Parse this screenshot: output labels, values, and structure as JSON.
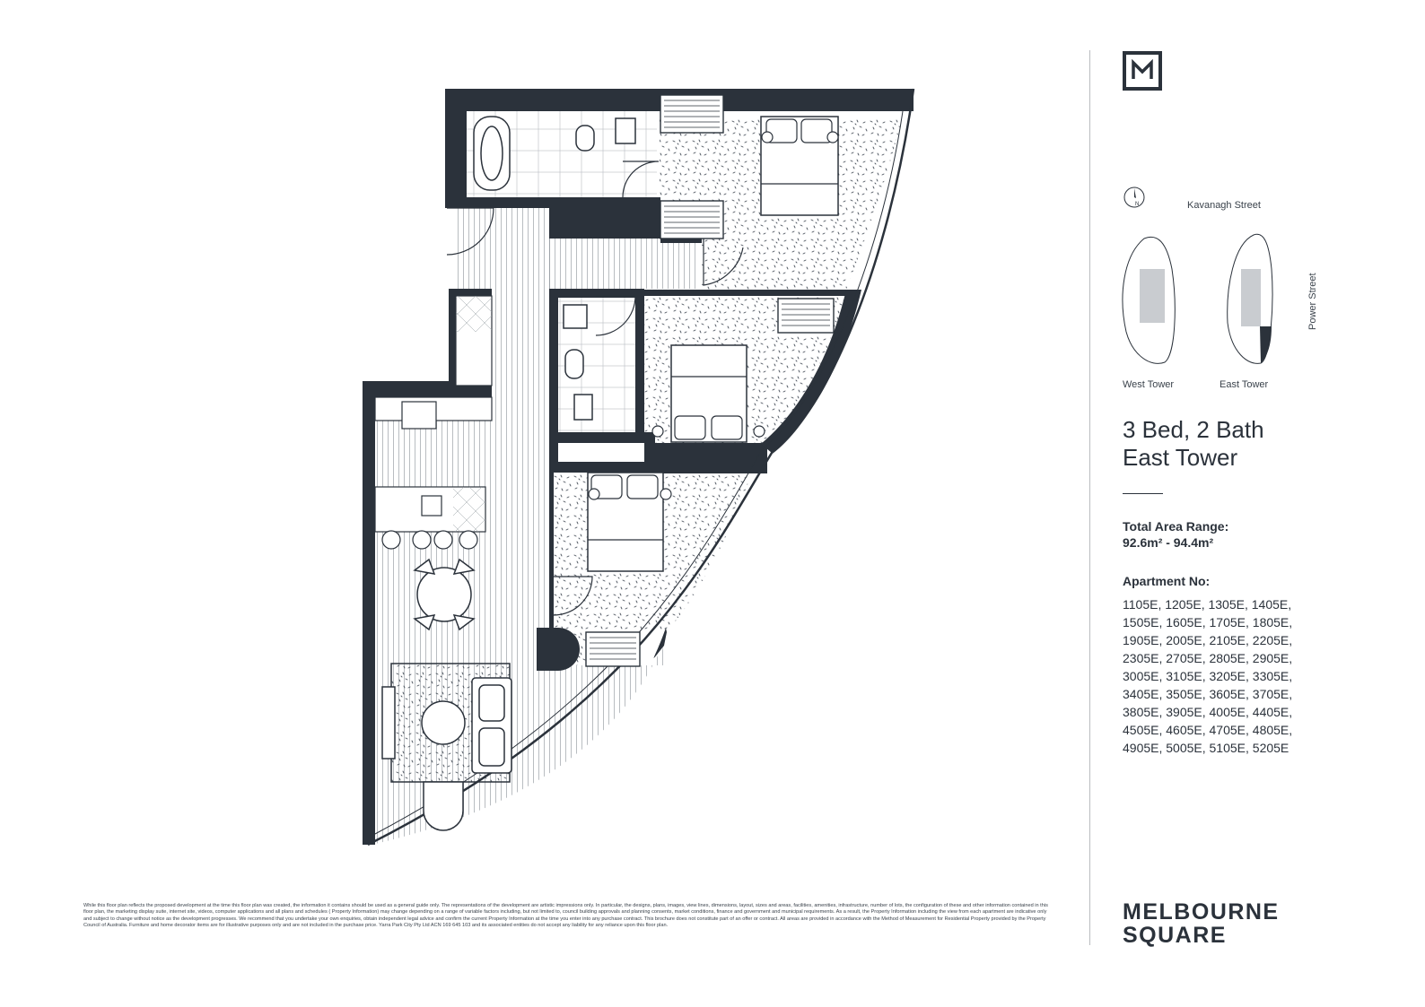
{
  "logo": {
    "letter": "M"
  },
  "north": {
    "label": "N"
  },
  "key_plan": {
    "top_street": "Kavanagh Street",
    "side_street": "Power Street",
    "west_tower_label": "West Tower",
    "east_tower_label": "East Tower"
  },
  "unit": {
    "title_line1": "3 Bed, 2 Bath",
    "title_line2": "East Tower"
  },
  "area": {
    "label": "Total Area Range:",
    "value": "92.6m² - 94.4m²"
  },
  "apartments": {
    "label": "Apartment No:",
    "numbers": "1105E, 1205E, 1305E, 1405E, 1505E, 1605E, 1705E, 1805E, 1905E, 2005E, 2105E, 2205E, 2305E, 2705E, 2805E, 2905E, 3005E, 3105E, 3205E, 3305E, 3405E, 3505E, 3605E, 3705E, 3805E, 3905E, 4005E, 4405E, 4505E, 4605E, 4705E, 4805E, 4905E, 5005E, 5105E, 5205E"
  },
  "brand": {
    "line1": "MELBOURNE",
    "line2": "SQUARE"
  },
  "disclaimer": "While this floor plan reflects the proposed development at the time this floor plan was created, the information it contains should be used as a general guide only. The representations of the development are artistic impressions only. In particular, the designs, plans, images, view lines, dimensions, layout, sizes and areas, facilities, amenities, infrastructure, number of lots, the configuration of these and other information contained in this floor plan, the marketing display suite, internet site, videos, computer applications and all plans and schedules ( Property Information) may change depending on a range of variable factors including, but not limited to, council building approvals and planning consents, market conditions, finance and government and municipal requirements. As a result, the Property Information including the view from each apartment are indicative only and subject to change without notice as the development progresses. We recommend that you undertake your own enquiries, obtain independent legal advice and confirm the current Property Information at the time you enter into any purchase contract. This brochure does not constitute part of an offer or contract. All areas are provided in accordance with the Method of Measurement for Residential Property provided by the Property Council of Australia. Furniture and home decorator items are for illustrative purposes only and are not included in the purchase price. Yarra Park City Pty Ltd ACN 169 645 103 and its associated entities do not accept any liability for any reliance upon this floor plan.",
  "colors": {
    "wall": "#2b323b",
    "ink": "#2b323b",
    "rule": "#b9bcc0"
  }
}
